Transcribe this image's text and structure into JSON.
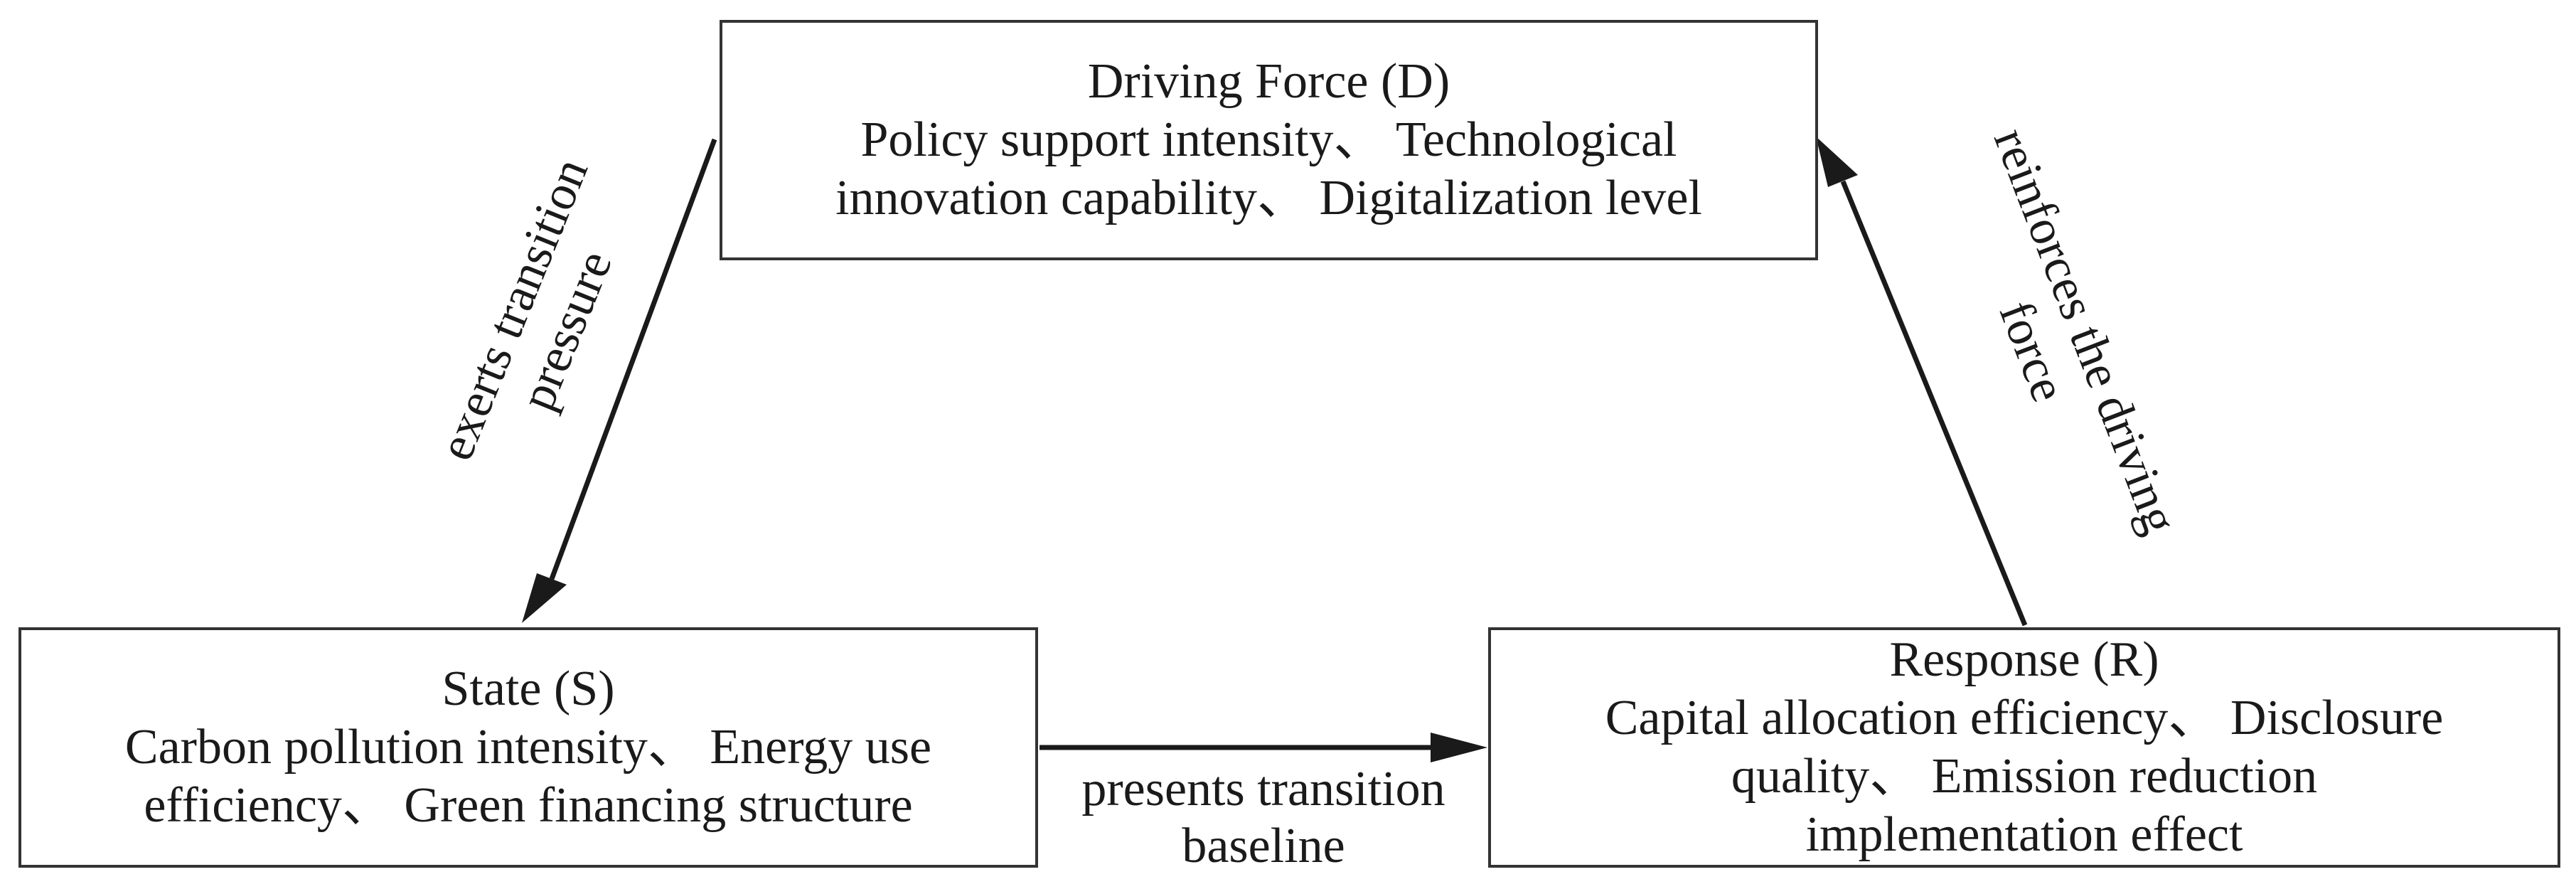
{
  "nodes": {
    "driving_force": {
      "title": "Driving Force (D)",
      "line1": "Policy support intensity、 Technological",
      "line2": "innovation capability、 Digitalization level"
    },
    "state": {
      "title": "State (S)",
      "line1": "Carbon pollution intensity、 Energy use",
      "line2": "efficiency、 Green financing structure"
    },
    "response": {
      "title": "Response (R)",
      "line1": "Capital allocation efficiency、 Disclosure",
      "line2": "quality、 Emission reduction",
      "line3": "implementation effect"
    }
  },
  "edges": {
    "d_to_s": {
      "line1": "exerts transition",
      "line2": "pressure"
    },
    "s_to_r": {
      "line1": "presents transition",
      "line2": "baseline"
    },
    "r_to_d": {
      "line1": "reinforces the driving",
      "line2": "force"
    }
  },
  "colors": {
    "border": "#333333",
    "arrow": "#1a1a1a",
    "text": "#1a1a1a"
  }
}
